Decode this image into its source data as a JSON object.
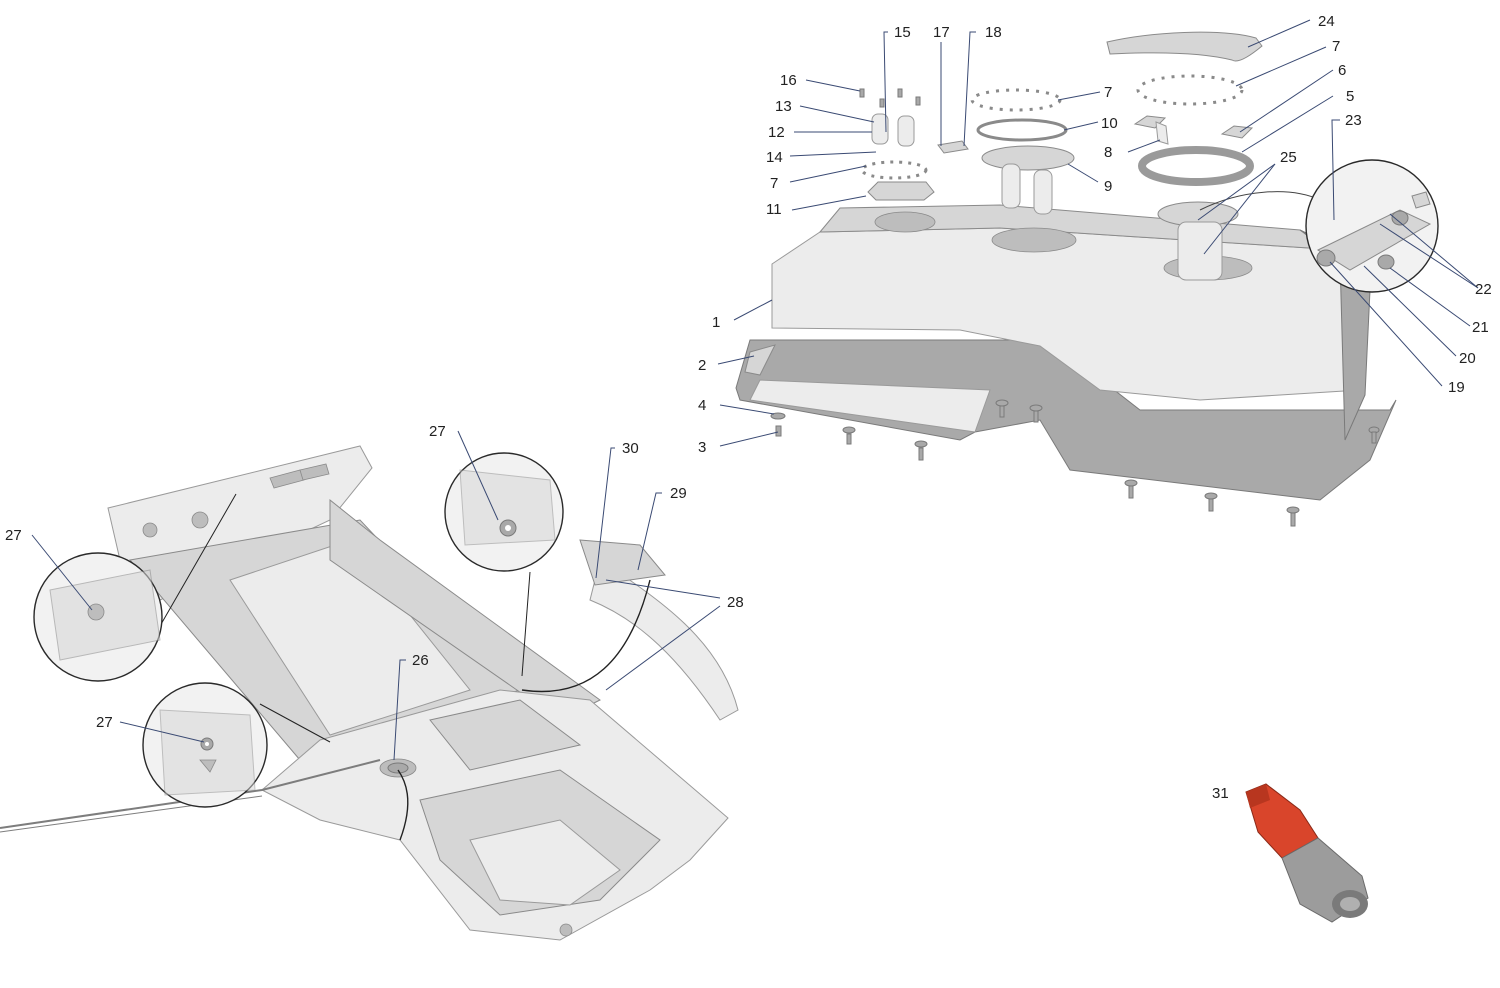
{
  "callouts": {
    "c1": "1",
    "c2": "2",
    "c3": "3",
    "c4": "4",
    "c5": "5",
    "c6": "6",
    "c7a": "7",
    "c7b": "7",
    "c7c": "7",
    "c8": "8",
    "c9": "9",
    "c10": "10",
    "c11": "11",
    "c12": "12",
    "c13": "13",
    "c14": "14",
    "c15": "15",
    "c16": "16",
    "c17": "17",
    "c18": "18",
    "c19": "19",
    "c20": "20",
    "c21": "21",
    "c22": "22",
    "c23": "23",
    "c24": "24",
    "c25": "25",
    "c26": "26",
    "c27a": "27",
    "c27b": "27",
    "c27c": "27",
    "c28": "28",
    "c29": "29",
    "c30": "30",
    "c31": "31"
  },
  "colors": {
    "fitting_orange": "#d9452b",
    "fitting_grey": "#9c9c9c",
    "leader_line": "#3a4a73"
  }
}
